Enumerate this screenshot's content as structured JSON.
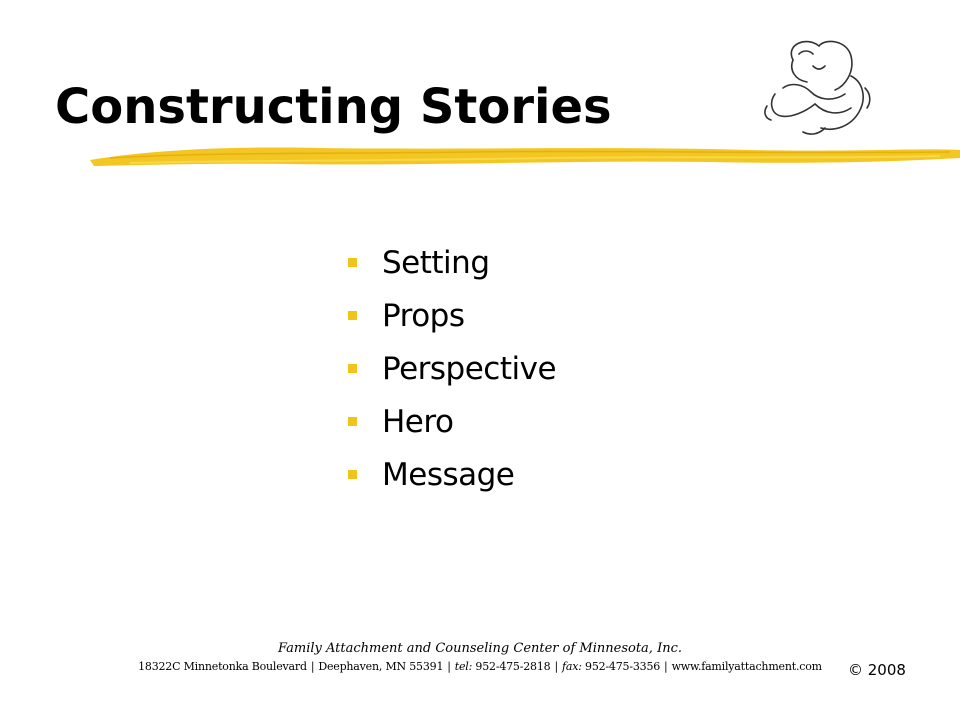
{
  "slide": {
    "title": "Constructing Stories",
    "bullets": [
      "Setting",
      "Props",
      "Perspective",
      "Hero",
      "Message"
    ]
  },
  "footer": {
    "organization": "Family Attachment and Counseling Center of Minnesota, Inc.",
    "address": "18322C Minnetonka Boulevard",
    "city": "Deephaven, MN 55391",
    "tel_label": "tel:",
    "tel": "952-475-2818",
    "fax_label": "fax:",
    "fax": "952-475-3356",
    "website": "www.familyattachment.com",
    "separator": "|",
    "copyright": "© 2008"
  },
  "colors": {
    "accent": "#f0c419",
    "brush": "#f2c318",
    "text": "#000000"
  },
  "icons": {
    "logo": "mother-embracing-child-sketch-icon"
  }
}
